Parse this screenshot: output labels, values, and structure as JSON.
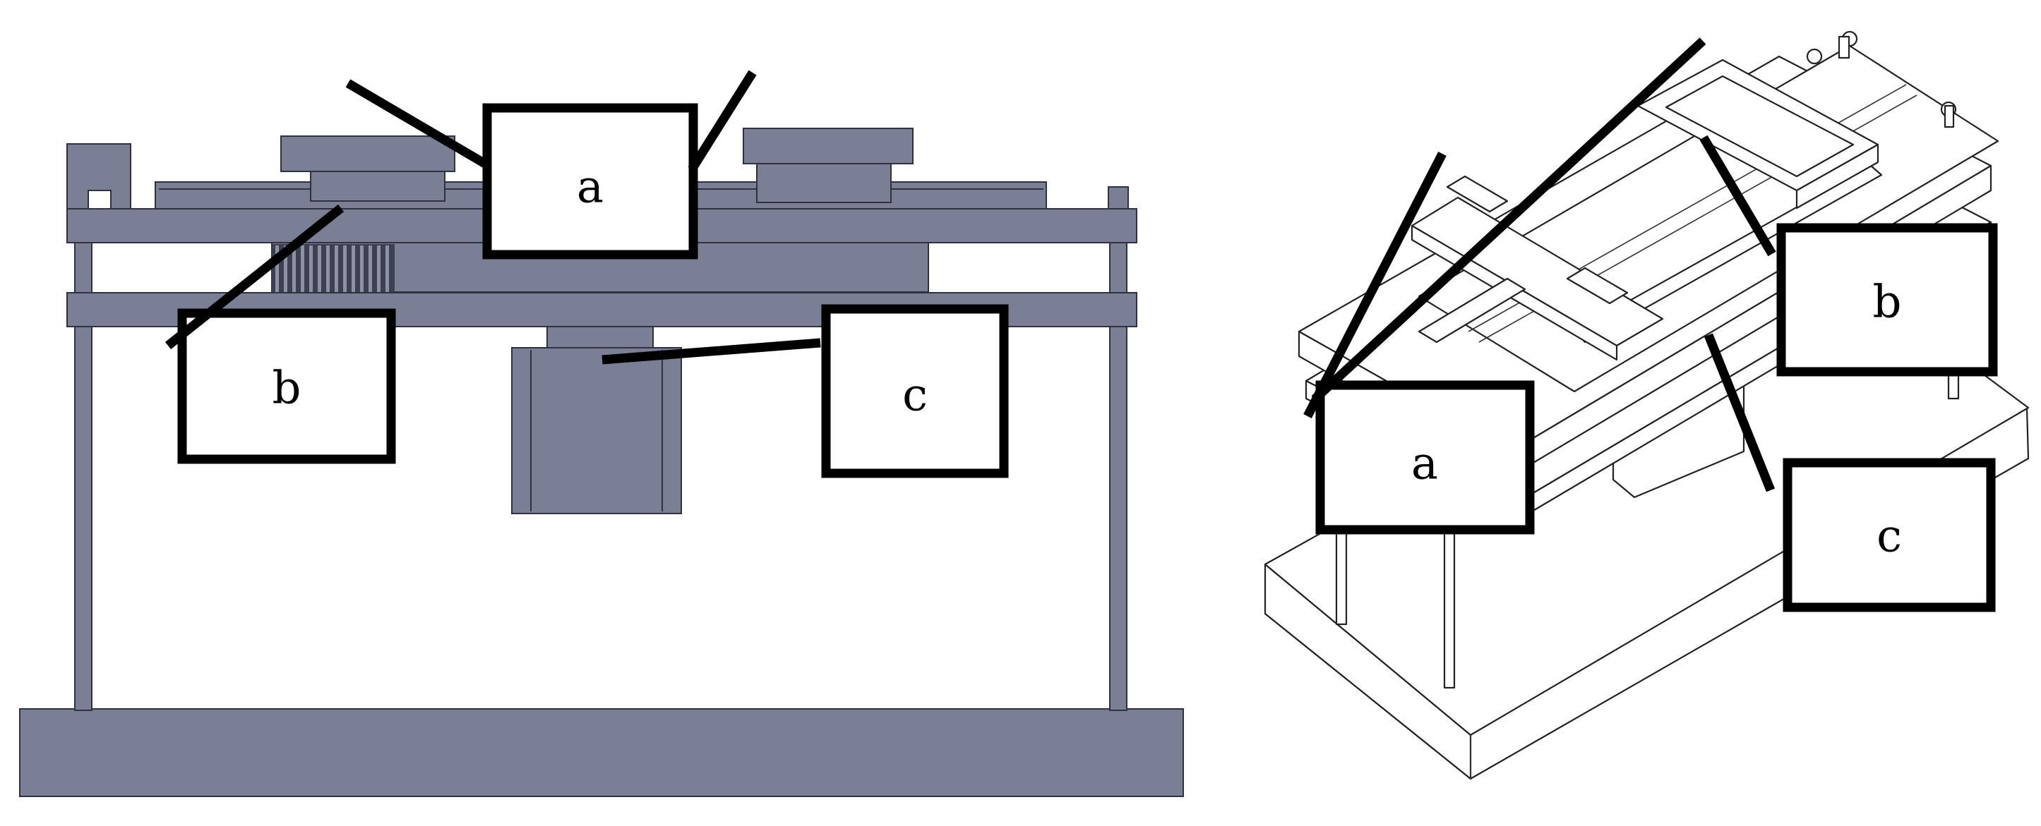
{
  "colors": {
    "part_fill": "#7b7f95",
    "part_dark": "#5f6378",
    "part_edge": "#2e3140",
    "callout": "#000000",
    "background": "#ffffff"
  },
  "front_view": {
    "labels": {
      "a": "a",
      "b": "b",
      "c": "c"
    }
  },
  "isometric_view": {
    "labels": {
      "a": "a",
      "b": "b",
      "c": "c"
    }
  }
}
